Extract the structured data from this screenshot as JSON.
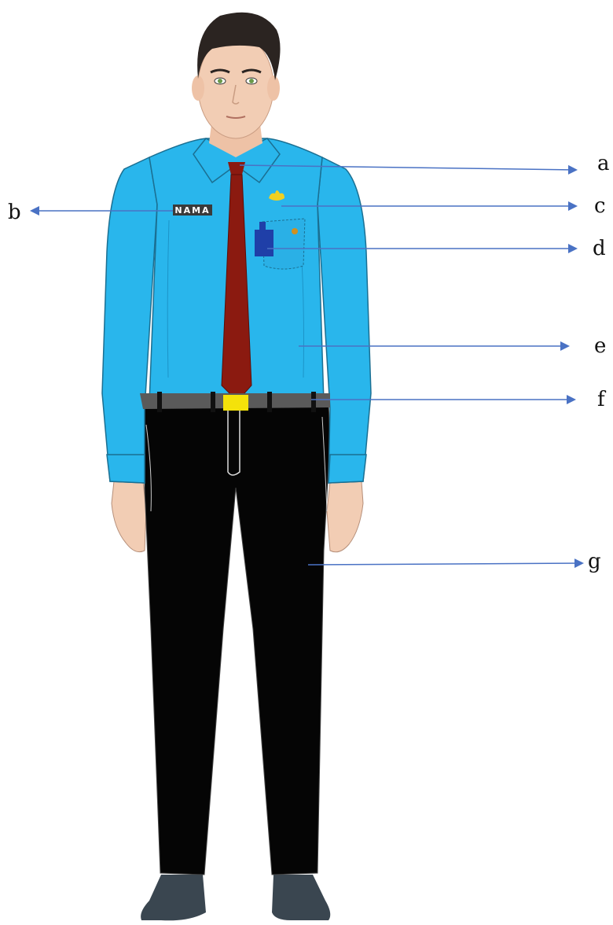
{
  "figure": {
    "name_tag_text": "NAMA",
    "labels": {
      "a": "a",
      "b": "b",
      "c": "c",
      "d": "d",
      "e": "e",
      "f": "f",
      "g": "g"
    }
  },
  "colors": {
    "shirt": "#29b6ec",
    "shirt_shadow": "#1c94c8",
    "tie": "#8b1a10",
    "trousers": "#050505",
    "belt": "#5a5a5a",
    "buckle": "#f4e20a",
    "skin": "#f2cdb4",
    "hair": "#2b2421",
    "shoes": "#3a4650",
    "arrow": "#4a72c4",
    "pocket_item": "#1f3fa8",
    "badge": "#f0d020"
  }
}
